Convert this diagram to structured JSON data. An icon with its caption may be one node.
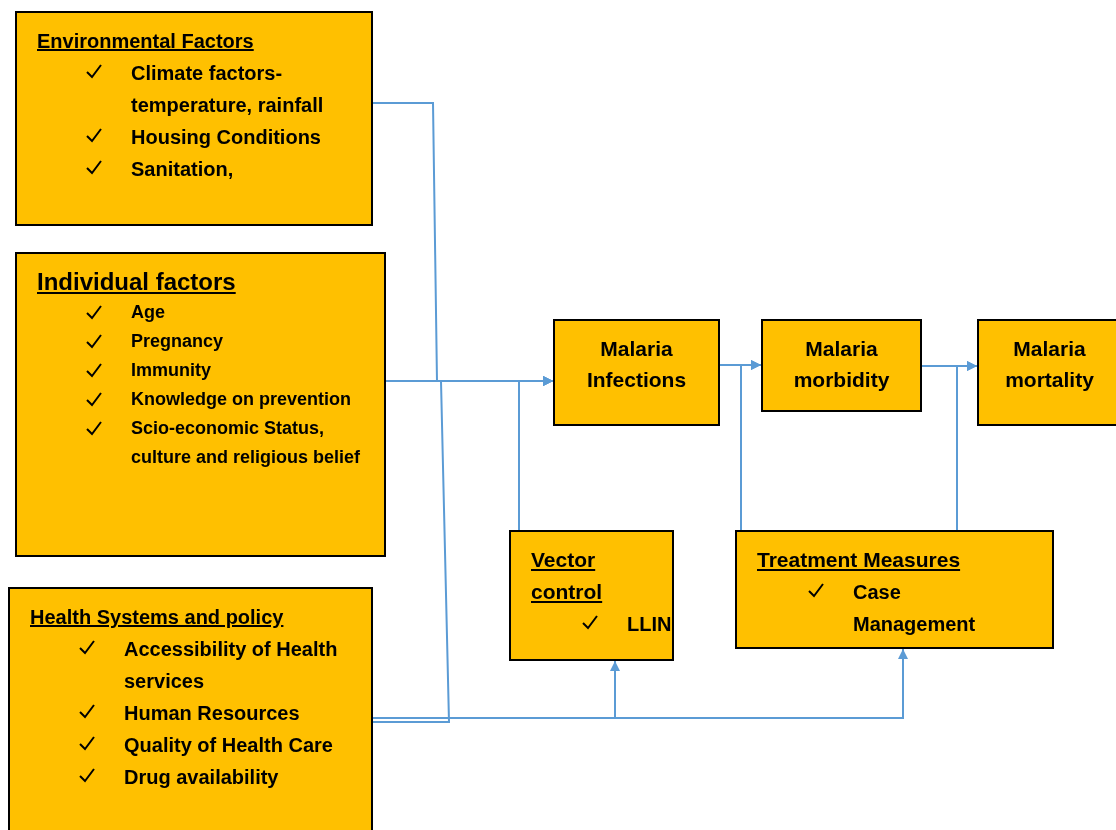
{
  "diagram": {
    "nodes": [
      {
        "text": [
          "Environmental Factors",
          "Climate factors- temperature, rainfall",
          "Housing Conditions",
          "Sanitation,"
        ]
      },
      {
        "text": [
          "Individual factors",
          "Age",
          "Pregnancy",
          "Immunity",
          "Knowledge on prevention",
          "Scio-economic Status, culture and religious belief"
        ]
      },
      {
        "text": [
          "Health Systems and policy",
          "Accessibility of Health services",
          "Human Resources",
          "Quality of Health Care",
          "Drug availability"
        ]
      },
      {
        "text": [
          "Malaria Infections"
        ]
      },
      {
        "text": [
          "Malaria morbidity"
        ]
      },
      {
        "text": [
          "Malaria mortality"
        ]
      },
      {
        "text": [
          "Vector control",
          "LLIN"
        ]
      },
      {
        "text": [
          "Treatment Measures",
          "Case Management"
        ]
      }
    ],
    "edges": [
      {
        "from": 0,
        "to": 3,
        "arrow": "to"
      },
      {
        "from": 1,
        "to": 3,
        "arrow": "to"
      },
      {
        "from": 2,
        "to": 3,
        "arrow": "to"
      },
      {
        "from": 6,
        "to": 3,
        "arrow": "to"
      },
      {
        "from": 7,
        "to": 4,
        "arrow": "to"
      },
      {
        "from": 7,
        "to": 5,
        "arrow": "to"
      },
      {
        "from": 2,
        "to": 6,
        "arrow": "to"
      },
      {
        "from": 2,
        "to": 7,
        "arrow": "to"
      },
      {
        "from": 3,
        "to": 4,
        "arrow": "to"
      },
      {
        "from": 4,
        "to": 5,
        "arrow": "to"
      }
    ]
  }
}
